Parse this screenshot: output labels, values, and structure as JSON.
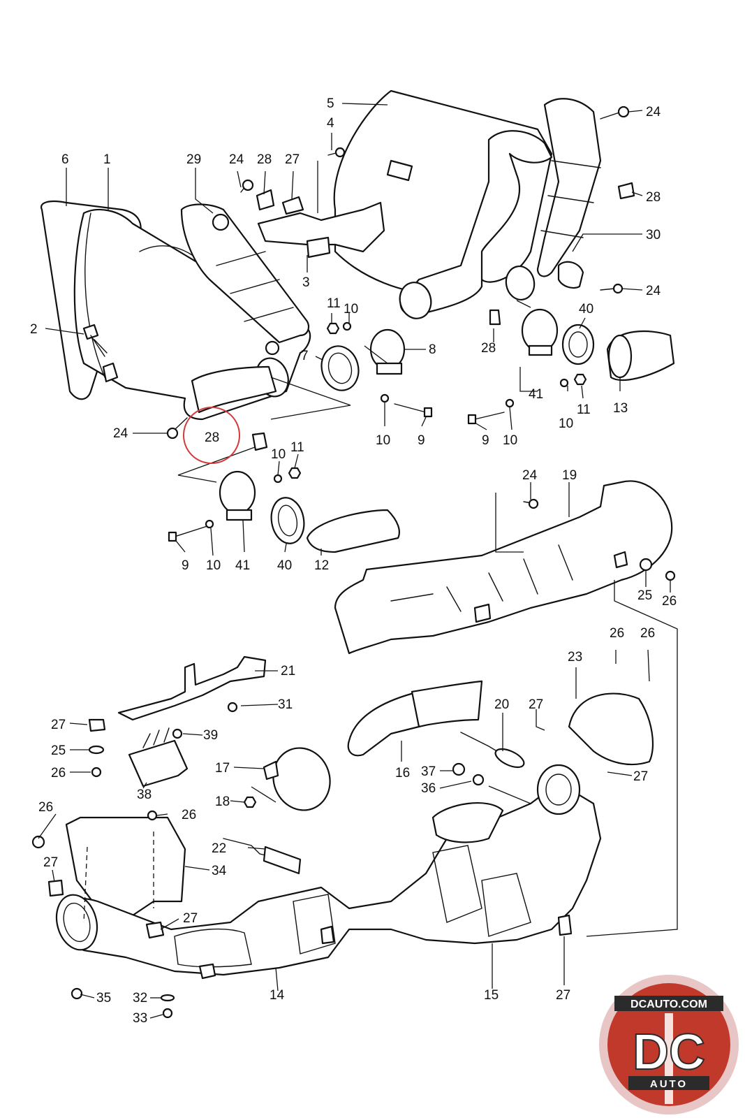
{
  "labels": {
    "p1": "1",
    "p2": "2",
    "p3": "3",
    "p4": "4",
    "p5": "5",
    "p6": "6",
    "p7": "7",
    "p8": "8",
    "p9a": "9",
    "p9b": "9",
    "p9c": "9",
    "p10a": "10",
    "p10b": "10",
    "p10c": "10",
    "p10d": "10",
    "p10e": "10",
    "p10f": "10",
    "p11a": "11",
    "p11b": "11",
    "p11c": "11",
    "p12": "12",
    "p13": "13",
    "p14": "14",
    "p15": "15",
    "p16": "16",
    "p17": "17",
    "p18": "18",
    "p19": "19",
    "p20": "20",
    "p21": "21",
    "p22": "22",
    "p23": "23",
    "p24a": "24",
    "p24b": "24",
    "p24c": "24",
    "p24d": "24",
    "p24e": "24",
    "p25a": "25",
    "p25b": "25",
    "p26a": "26",
    "p26b": "26",
    "p26c": "26",
    "p26d": "26",
    "p26e": "26",
    "p26f": "26",
    "p27a": "27",
    "p27b": "27",
    "p27c": "27",
    "p27d": "27",
    "p27e": "27",
    "p27f": "27",
    "p27g": "27",
    "p28a": "28",
    "p28b": "28",
    "p28c": "28",
    "p28d": "28",
    "p29": "29",
    "p30": "30",
    "p31": "31",
    "p32": "32",
    "p33": "33",
    "p34": "34",
    "p35": "35",
    "p36": "36",
    "p37": "37",
    "p38": "38",
    "p39": "39",
    "p40a": "40",
    "p40b": "40",
    "p41a": "41",
    "p41b": "41"
  },
  "highlight": {
    "label": "28",
    "color": "#d23a3a"
  },
  "logo": {
    "site": "DCAUTO.COM",
    "initials": "DC",
    "word": "AUTO",
    "colors": {
      "badge": "#c0392b",
      "ring": "#e8c6c6",
      "dark": "#2b2b2b"
    }
  }
}
